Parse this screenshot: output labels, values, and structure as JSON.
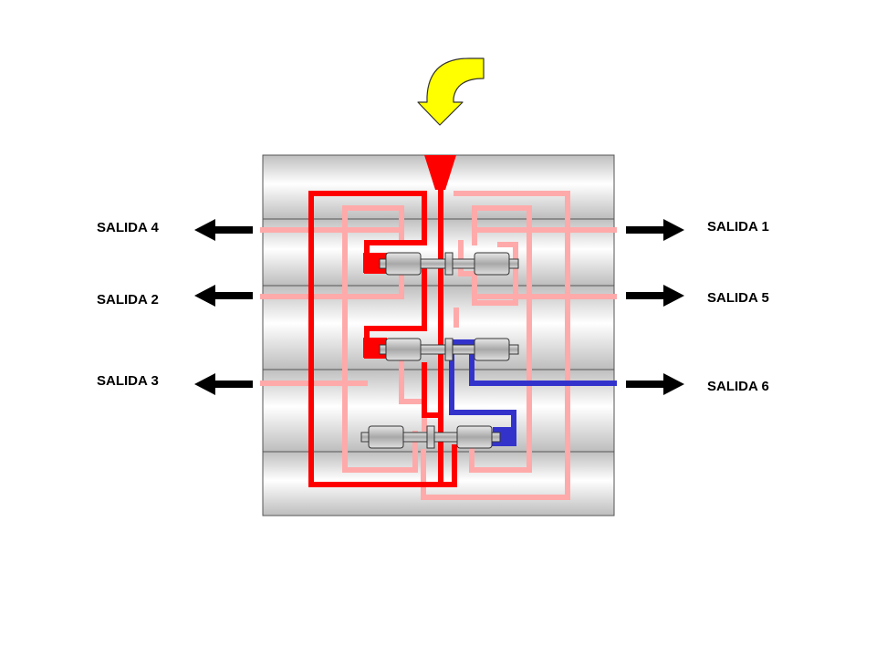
{
  "labels": {
    "salida_4": "SALIDA 4",
    "salida_2": "SALIDA 2",
    "salida_3": "SALIDA 3",
    "salida_1": "SALIDA 1",
    "salida_5": "SALIDA 5",
    "salida_6": "SALIDA 6"
  },
  "colors": {
    "pressure_line": "#ff0000",
    "inactive_line": "#ffaaaa",
    "return_line": "#3333cc",
    "input_arrow": "#ffff00",
    "output_arrow": "#000000",
    "block_gradient": [
      "#c8c8c8",
      "#ffffff",
      "#c8c8c8"
    ]
  },
  "icons": {
    "input": "curved-down-arrow-icon",
    "output_left": "arrow-left-icon",
    "output_right": "arrow-right-icon"
  }
}
